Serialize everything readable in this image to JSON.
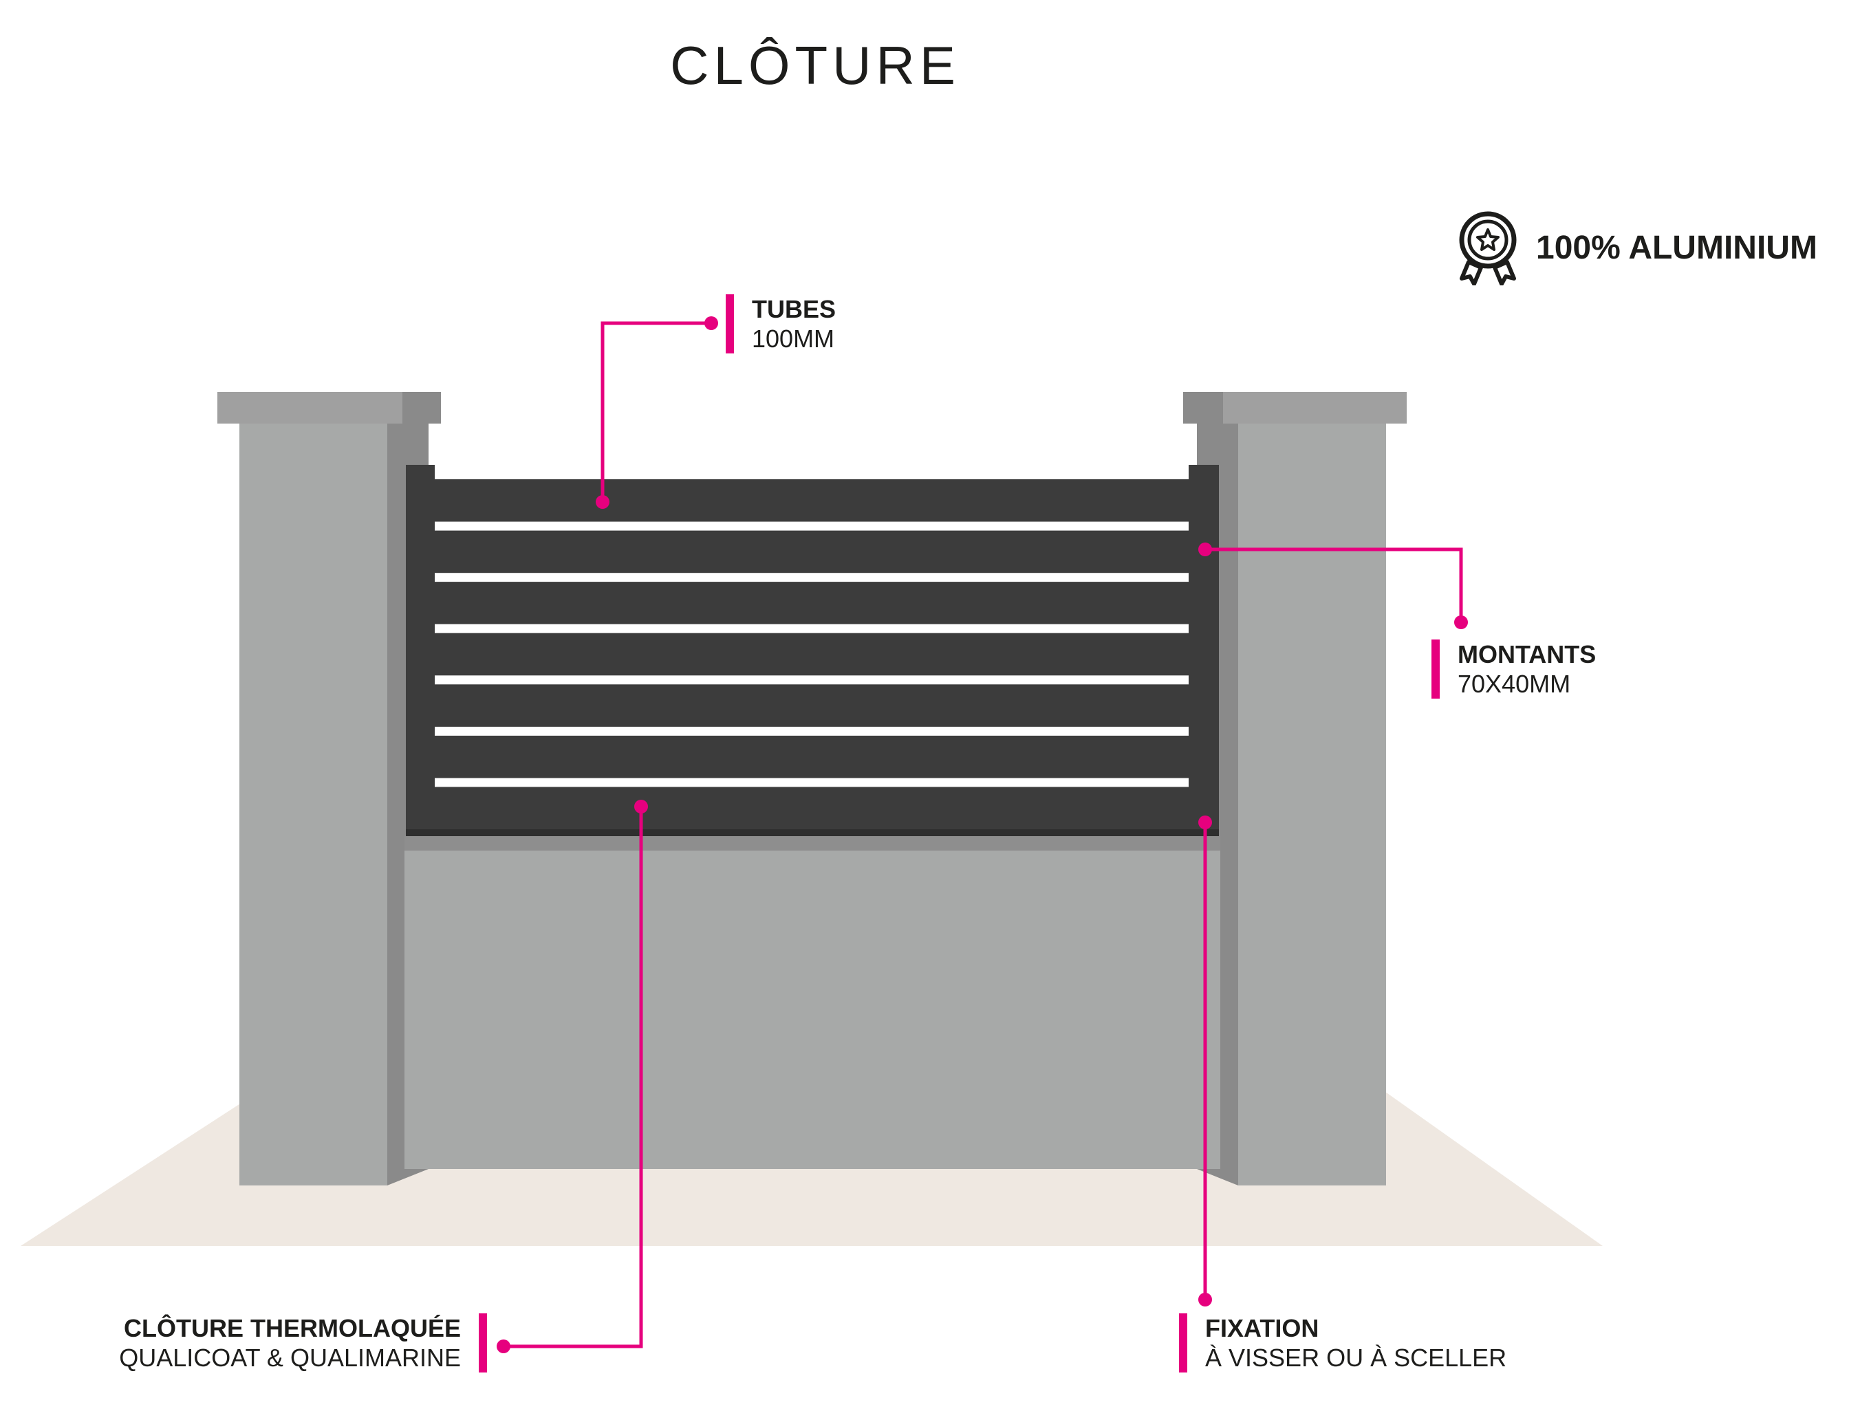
{
  "title": "CLÔTURE",
  "badge": {
    "icon": "award-ribbon-icon",
    "text": "100% ALUMINIUM"
  },
  "callouts": {
    "tubes": {
      "title": "TUBES",
      "subtitle": "100MM"
    },
    "montants": {
      "title": "MONTANTS",
      "subtitle": "70X40MM"
    },
    "thermolaquee": {
      "title": "CLÔTURE THERMOLAQUÉE",
      "subtitle": "QUALICOAT & QUALIMARINE"
    },
    "fixation": {
      "title": "FIXATION",
      "subtitle": "À VISSER OU À SCELLER"
    }
  },
  "colors": {
    "accent": "#e6007e",
    "panel": "#3c3c3c",
    "pillar": "#a7a9a8",
    "pillar_shade": "#8a8a8a",
    "ground": "#efe8e1",
    "text": "#1d1d1b"
  },
  "fence": {
    "horizontal_tube_count": 7
  }
}
